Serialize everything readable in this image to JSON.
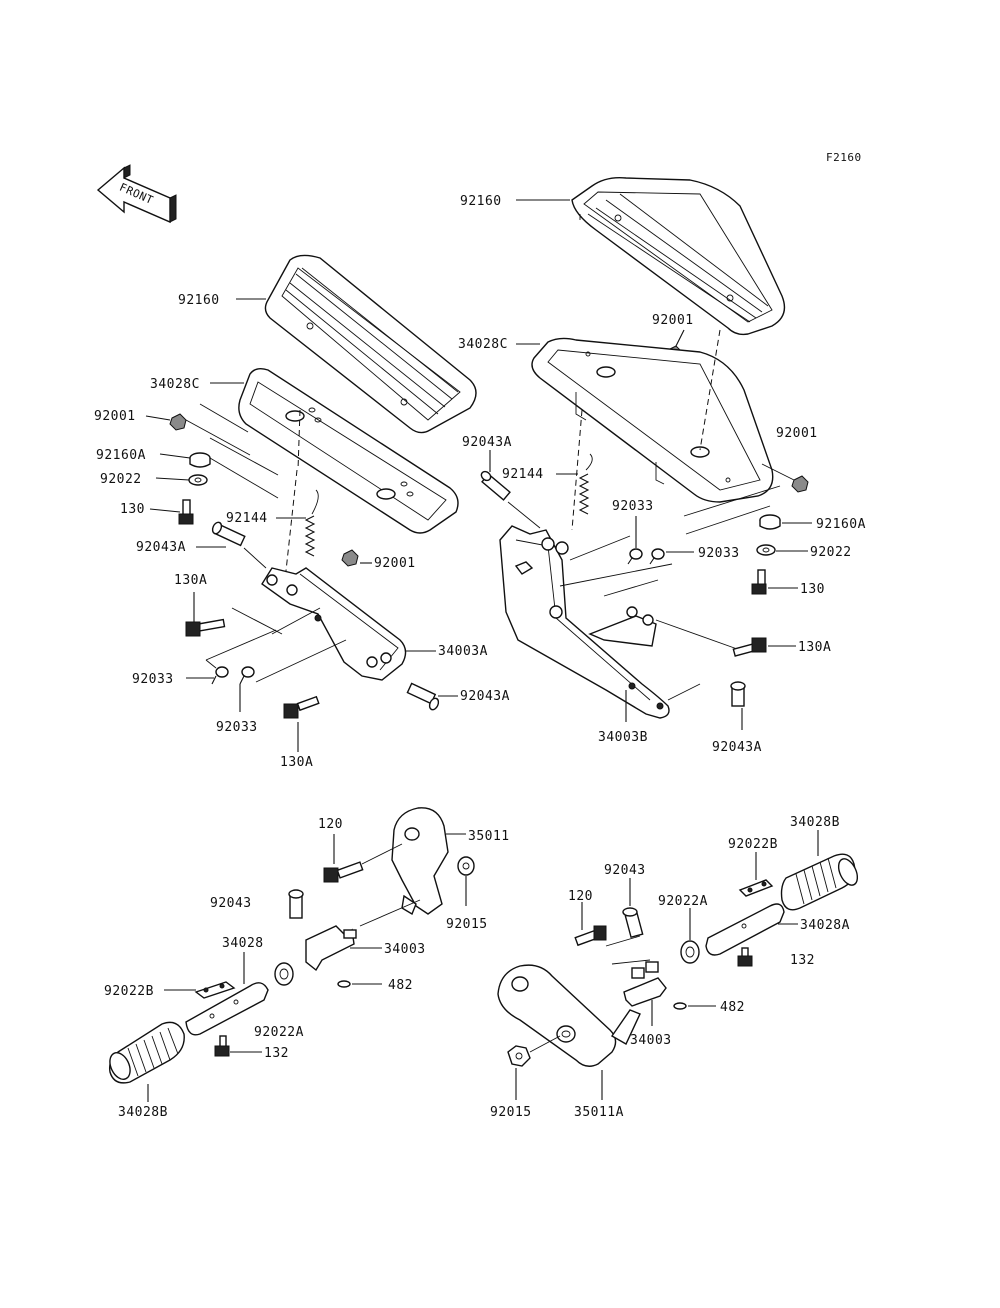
{
  "figure_code": "F2160",
  "front_arrow_text": "FRONT",
  "left_footboard": {
    "board_top": "92160",
    "board_base": "34028C",
    "nut_1": "92001",
    "nut_2": "92001",
    "damper": "92160A",
    "washer": "92022",
    "bolt_130": "130",
    "spring": "92144",
    "pin_1": "92043A",
    "pin_2": "92043A",
    "bolt_130a_1": "130A",
    "bolt_130a_2": "130A",
    "bracket": "34003A",
    "cotter_1": "92033",
    "cotter_2": "92033"
  },
  "right_footboard": {
    "board_top": "92160",
    "board_base": "34028C",
    "nut_1": "92001",
    "nut_2": "92001",
    "pin_1": "92043A",
    "pin_2": "92043A",
    "spring": "92144",
    "cotter_1": "92033",
    "cotter_2": "92033",
    "damper": "92160A",
    "washer": "92022",
    "bolt_130": "130",
    "bolt_130a": "130A",
    "bracket": "34003B"
  },
  "left_peg": {
    "bolt_120": "120",
    "holder": "35011",
    "pin": "92043",
    "nut": "92015",
    "peg_arm": "34028",
    "bracket": "34003",
    "cotter": "482",
    "plate": "92022B",
    "washer": "92022A",
    "bolt_132": "132",
    "rubber": "34028B"
  },
  "right_peg": {
    "rubber": "34028B",
    "plate": "92022B",
    "pin": "92043",
    "bolt_120": "120",
    "washer": "92022A",
    "peg_arm": "34028A",
    "bolt_132": "132",
    "cotter": "482",
    "bracket": "34003",
    "nut": "92015",
    "holder": "35011A"
  }
}
